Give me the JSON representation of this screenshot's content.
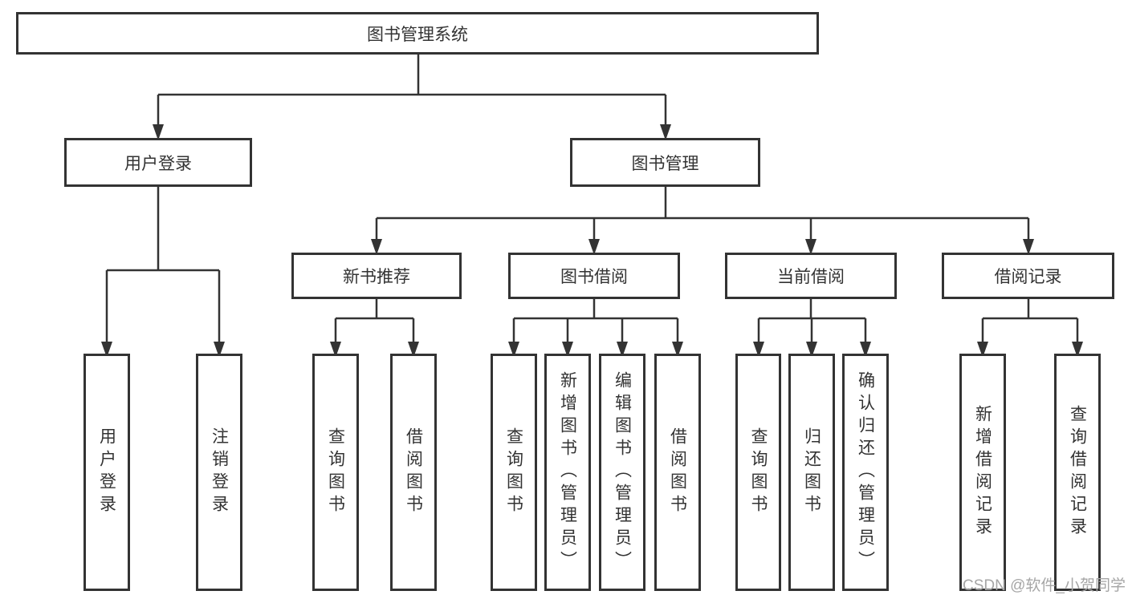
{
  "colors": {
    "line": "#333333",
    "text": "#333333",
    "watermark": "#a6a6a6",
    "bg": "#ffffff"
  },
  "tree": {
    "root": {
      "label": "图书管理系统"
    },
    "branches": [
      {
        "label": "用户登录",
        "children": [
          {
            "label": "用户登录"
          },
          {
            "label": "注销登录"
          }
        ]
      },
      {
        "label": "图书管理",
        "children": [
          {
            "label": "新书推荐",
            "children": [
              {
                "label": "查询图书"
              },
              {
                "label": "借阅图书"
              }
            ]
          },
          {
            "label": "图书借阅",
            "children": [
              {
                "label": "查询图书"
              },
              {
                "label": "新增图书（管理员）"
              },
              {
                "label": "编辑图书（管理员）"
              },
              {
                "label": "借阅图书"
              }
            ]
          },
          {
            "label": "当前借阅",
            "children": [
              {
                "label": "查询图书"
              },
              {
                "label": "归还图书"
              },
              {
                "label": "确认归还（管理员）"
              }
            ]
          },
          {
            "label": "借阅记录",
            "children": [
              {
                "label": "新增借阅记录"
              },
              {
                "label": "查询借阅记录"
              }
            ]
          }
        ]
      }
    ]
  },
  "watermark": "CSDN @软件_小贺同学"
}
